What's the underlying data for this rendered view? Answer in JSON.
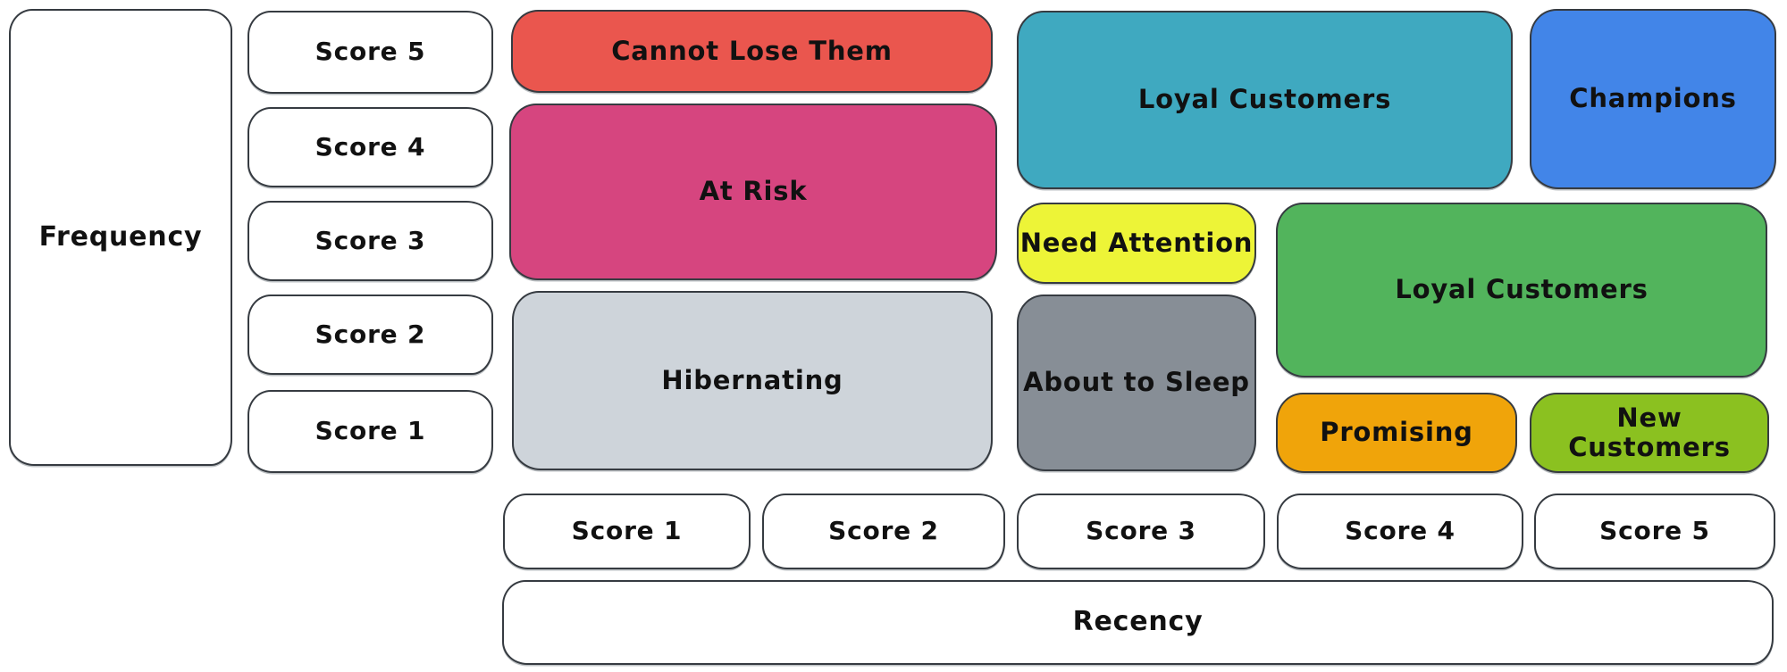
{
  "style": {
    "background": "#ffffff",
    "stroke": "#363b41",
    "text": "#111111"
  },
  "frequency_axis": {
    "label": "Frequency",
    "scores": [
      "Score 5",
      "Score 4",
      "Score 3",
      "Score 2",
      "Score 1"
    ]
  },
  "recency_axis": {
    "label": "Recency",
    "scores": [
      "Score 1",
      "Score 2",
      "Score 3",
      "Score 4",
      "Score 5"
    ]
  },
  "segments": [
    {
      "label": "Cannot Lose Them",
      "color": "#ea564e"
    },
    {
      "label": "At Risk",
      "color": "#d6457f"
    },
    {
      "label": "Hibernating",
      "color": "#ced4da"
    },
    {
      "label": "Loyal Customers",
      "color": "#3fa9c0"
    },
    {
      "label": "Champions",
      "color": "#4285e8"
    },
    {
      "label": "Need Attention",
      "color": "#edf437"
    },
    {
      "label": "About to Sleep",
      "color": "#878e96"
    },
    {
      "label": "Loyal Customers",
      "color": "#52b45c"
    },
    {
      "label": "Promising",
      "color": "#f0a40a"
    },
    {
      "label": "New Customers",
      "color": "#8bc120"
    }
  ]
}
